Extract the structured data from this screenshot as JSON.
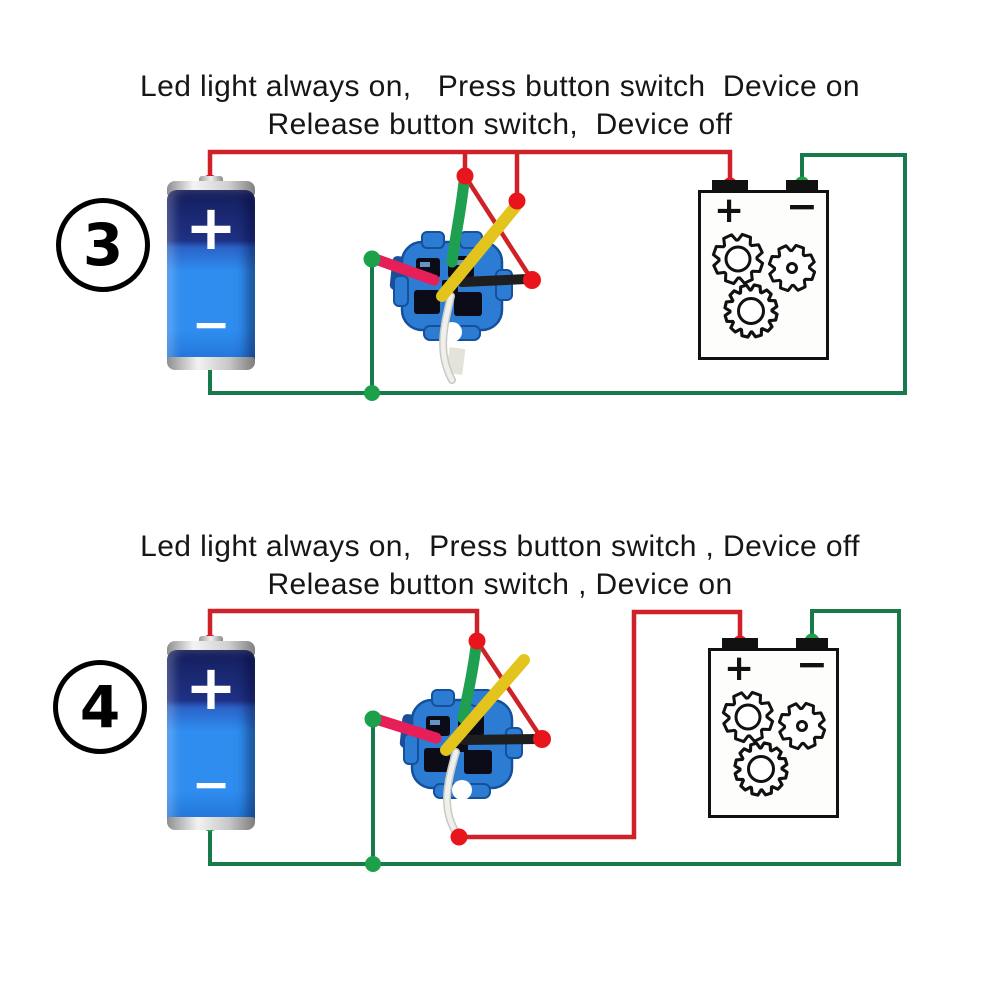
{
  "figure": {
    "type": "wiring-diagram",
    "description_visible": "Two circuit diagrams for an LED push button switch wired between a battery and a device",
    "colors": {
      "background": "#ffffff",
      "wire_red": "#cf2128",
      "wire_green": "#187a4b",
      "dot_red": "#e9151c",
      "dot_green": "#1ca14a",
      "battery_top_blue": "#1e3184",
      "battery_bottom_blue": "#2f8df0",
      "socket_blue": "#2c7cd4",
      "wire_pink": "#e71f58",
      "wire_yellow": "#e3c41c",
      "wire_black": "#1e1e1e",
      "wire_white": "#efefec"
    }
  },
  "diagrams": [
    {
      "number": "3",
      "caption_line1": "Led light always on,   Press button switch  Device on",
      "caption_line2": "Release button switch,  Device off",
      "battery": {
        "plus_label": "+",
        "minus_label": "−"
      },
      "device": {
        "plus_label": "+",
        "minus_label": "−"
      }
    },
    {
      "number": "4",
      "caption_line1": "Led light always on,  Press button switch , Device off",
      "caption_line2": "Release button switch , Device on",
      "battery": {
        "plus_label": "+",
        "minus_label": "−"
      },
      "device": {
        "plus_label": "+",
        "minus_label": "−"
      }
    }
  ]
}
